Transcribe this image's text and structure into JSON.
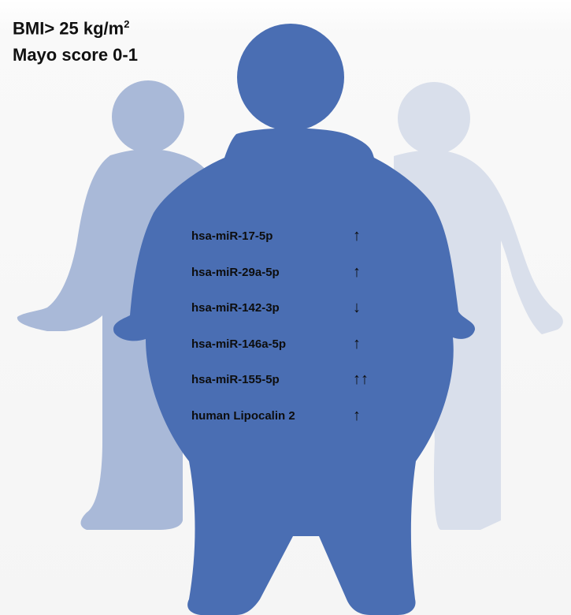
{
  "header": {
    "bmi_text": "BMI> 25 kg/m",
    "bmi_exponent": "2",
    "mayo_text": "Mayo score 0-1"
  },
  "markers": [
    {
      "name": "hsa-miR-17-5p",
      "arrow": "↑"
    },
    {
      "name": "hsa-miR-29a-5p",
      "arrow": "↑"
    },
    {
      "name": "hsa-miR-142-3p",
      "arrow": "↓"
    },
    {
      "name": "hsa-miR-146a-5p",
      "arrow": "↑"
    },
    {
      "name": "hsa-miR-155-5p",
      "arrow": "↑↑"
    },
    {
      "name": "human Lipocalin 2",
      "arrow": "↑"
    }
  ],
  "colors": {
    "figure_front": "#4a6eb3",
    "figure_left": "#a9b9d8",
    "figure_right": "#d9dfeb"
  }
}
